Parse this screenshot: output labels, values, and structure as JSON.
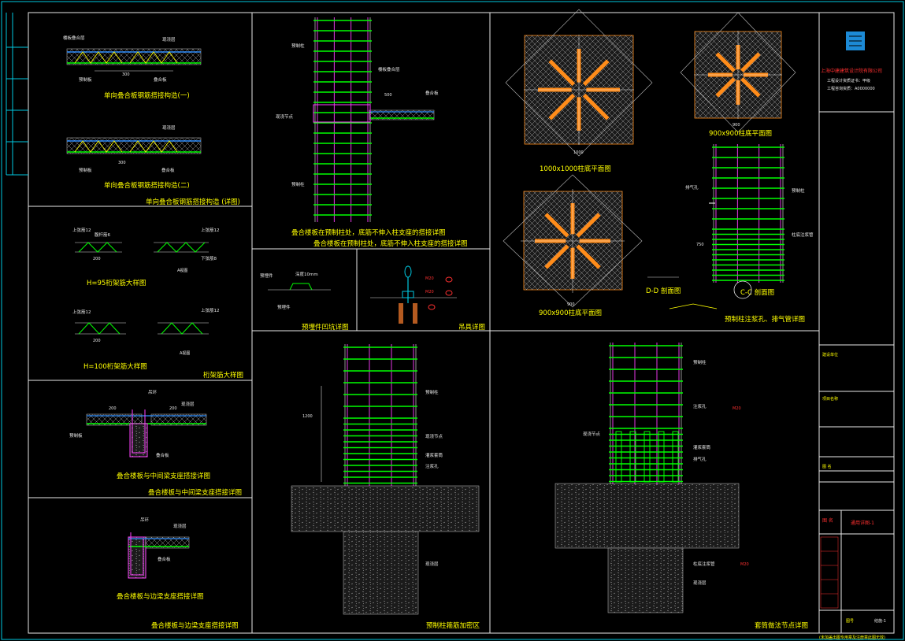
{
  "drawing": {
    "panels": {
      "p1_title": "单向叠合板钢筋搭接构造 (详图)",
      "p1_sub1": "单向叠合板钢筋搭接构造(一)",
      "p1_sub2": "单向叠合板钢筋搭接构造(二)",
      "p2_title": "桁架筋大样图",
      "p2_sub1": "H=95桁架筋大样图",
      "p2_sub2": "H=100桁架筋大样图",
      "p3_title": "叠合楼板与中间梁支座搭接详图",
      "p4_title": "叠合楼板与边梁支座搭接详图",
      "p5_title": "叠合楼板在预制柱处，底筋不伸入柱支座的搭接详图",
      "p5_sub": "叠合楼板在预制柱处，底筋不伸入柱支座的搭接详图",
      "p6_title": "预埋件凹坑详图",
      "p7_title": "吊具详图",
      "p8_title": "预制柱注浆孔、排气管详图",
      "p8_sub1": "1000x1000柱底平面图",
      "p8_sub2": "900x900柱底平面图",
      "p8_sub3": "900x900柱底平面图",
      "p8_sec1": "C-C 剖面图",
      "p8_sec2": "D-D 剖面图",
      "p9_title": "预制柱箍筋加密区",
      "p10_title": "套筒做法节点详图"
    },
    "labels": {
      "a1": "预制板",
      "a2": "叠合板",
      "a3": "现浇层",
      "a4": "预制柱",
      "a5": "现浇节点",
      "a6": "灌浆套筒",
      "a7": "注浆孔",
      "a8": "排气孔",
      "a9": "上弦筋12",
      "a10": "下弦筋8",
      "a11": "腹杆筋6",
      "a12": "吊环",
      "a13": "预埋件",
      "a14": "柱底注浆管",
      "a15": "楼板叠合层"
    },
    "dims": {
      "d200": "200",
      "d300": "300",
      "d500": "500",
      "d1000": "1000",
      "d900": "900",
      "d750": "750",
      "d1200": "1200"
    }
  },
  "title_block": {
    "company": "上海中建建筑设计院有限公司",
    "company_sub1": "工程设计资质证书：甲级",
    "company_sub2": "工程咨询资质：A0000000",
    "project_label": "建设单位",
    "project_name": "项目名称",
    "sheet_label": "图 名",
    "sheet_name": "通用详图-1",
    "sheet_no_label": "图号",
    "sheet_no": "结施-1",
    "footer": "(未加盖出图专用章及注册章此图无效)"
  },
  "colors": {
    "rebar_green": "#00ff00",
    "stirrup_magenta": "#ff40ff",
    "grout_orange": "#ff8c1a",
    "title_yellow": "#ffff00",
    "frame_cyan": "#00c8e0"
  }
}
